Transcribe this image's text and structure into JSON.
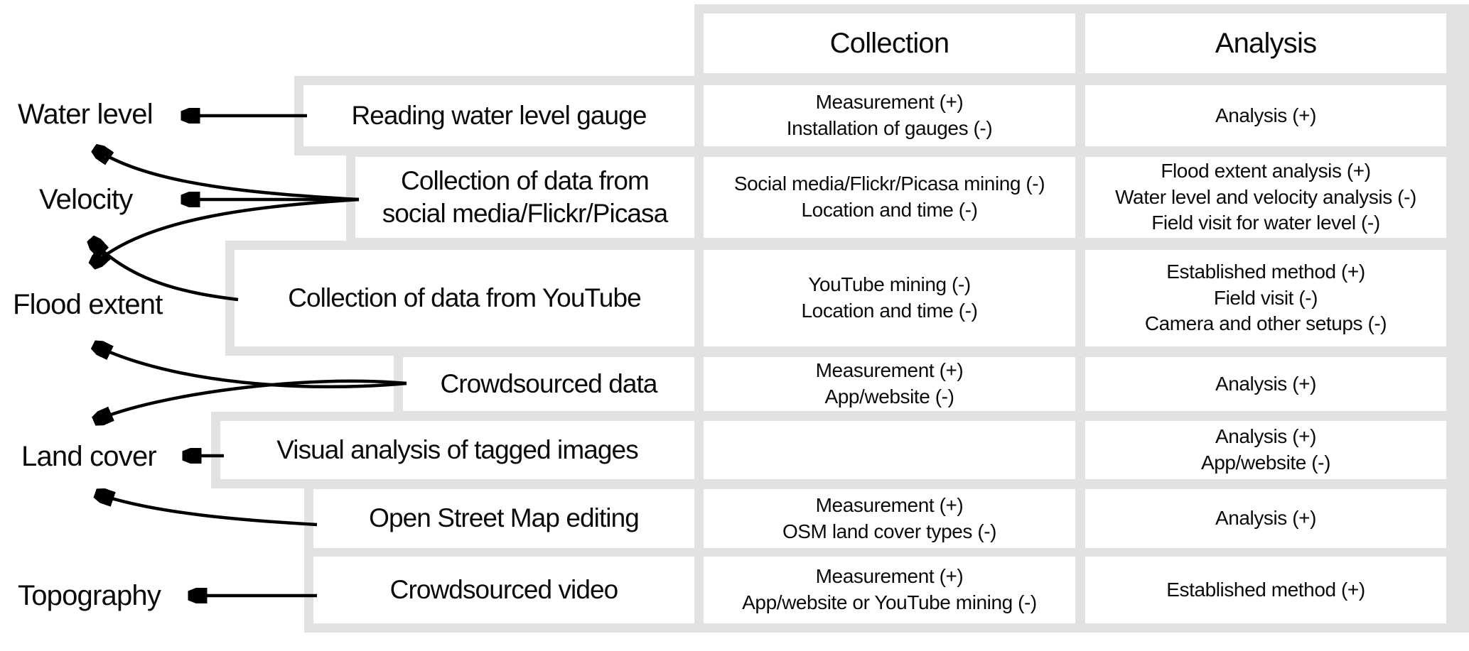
{
  "diagram": {
    "columns": {
      "collection": "Collection",
      "analysis": "Analysis"
    },
    "variables": [
      {
        "label": "Water level"
      },
      {
        "label": "Velocity"
      },
      {
        "label": "Flood extent"
      },
      {
        "label": "Land cover"
      },
      {
        "label": "Topography"
      }
    ],
    "methods": [
      {
        "name": "Reading water level gauge",
        "targets": [
          "Water level"
        ],
        "collection": [
          "Measurement (+)",
          "Installation of gauges (-)"
        ],
        "analysis": [
          "Analysis (+)"
        ]
      },
      {
        "name": "Collection of data from\nsocial media/Flickr/Picasa",
        "targets": [
          "Water level",
          "Velocity",
          "Flood extent"
        ],
        "collection": [
          "Social media/Flickr/Picasa mining (-)",
          "Location and time (-)"
        ],
        "analysis": [
          "Flood extent analysis (+)",
          "Water level and velocity analysis (-)",
          "Field visit for water level (-)"
        ]
      },
      {
        "name": "Collection of data from YouTube",
        "targets": [
          "Velocity"
        ],
        "collection": [
          "YouTube mining (-)",
          "Location and time (-)"
        ],
        "analysis": [
          "Established method (+)",
          "Field visit (-)",
          "Camera and other setups (-)"
        ]
      },
      {
        "name": "Crowdsourced data",
        "targets": [
          "Flood extent",
          "Land cover"
        ],
        "collection": [
          "Measurement (+)",
          "App/website (-)"
        ],
        "analysis": [
          "Analysis (+)"
        ]
      },
      {
        "name": "Visual analysis of tagged images",
        "targets": [
          "Land cover"
        ],
        "collection": [],
        "analysis": [
          "Analysis (+)",
          "App/website (-)"
        ]
      },
      {
        "name": "Open Street Map editing",
        "targets": [
          "Land cover"
        ],
        "collection": [
          "Measurement (+)",
          "OSM land cover types (-)"
        ],
        "analysis": [
          "Analysis (+)"
        ]
      },
      {
        "name": "Crowdsourced video",
        "targets": [
          "Topography"
        ],
        "collection": [
          "Measurement (+)",
          "App/website or YouTube mining (-)"
        ],
        "analysis": [
          "Established method (+)"
        ]
      }
    ],
    "colors": {
      "frame": "#e2e2e2",
      "background": "#ffffff",
      "ink": "#0b0b0b"
    }
  }
}
